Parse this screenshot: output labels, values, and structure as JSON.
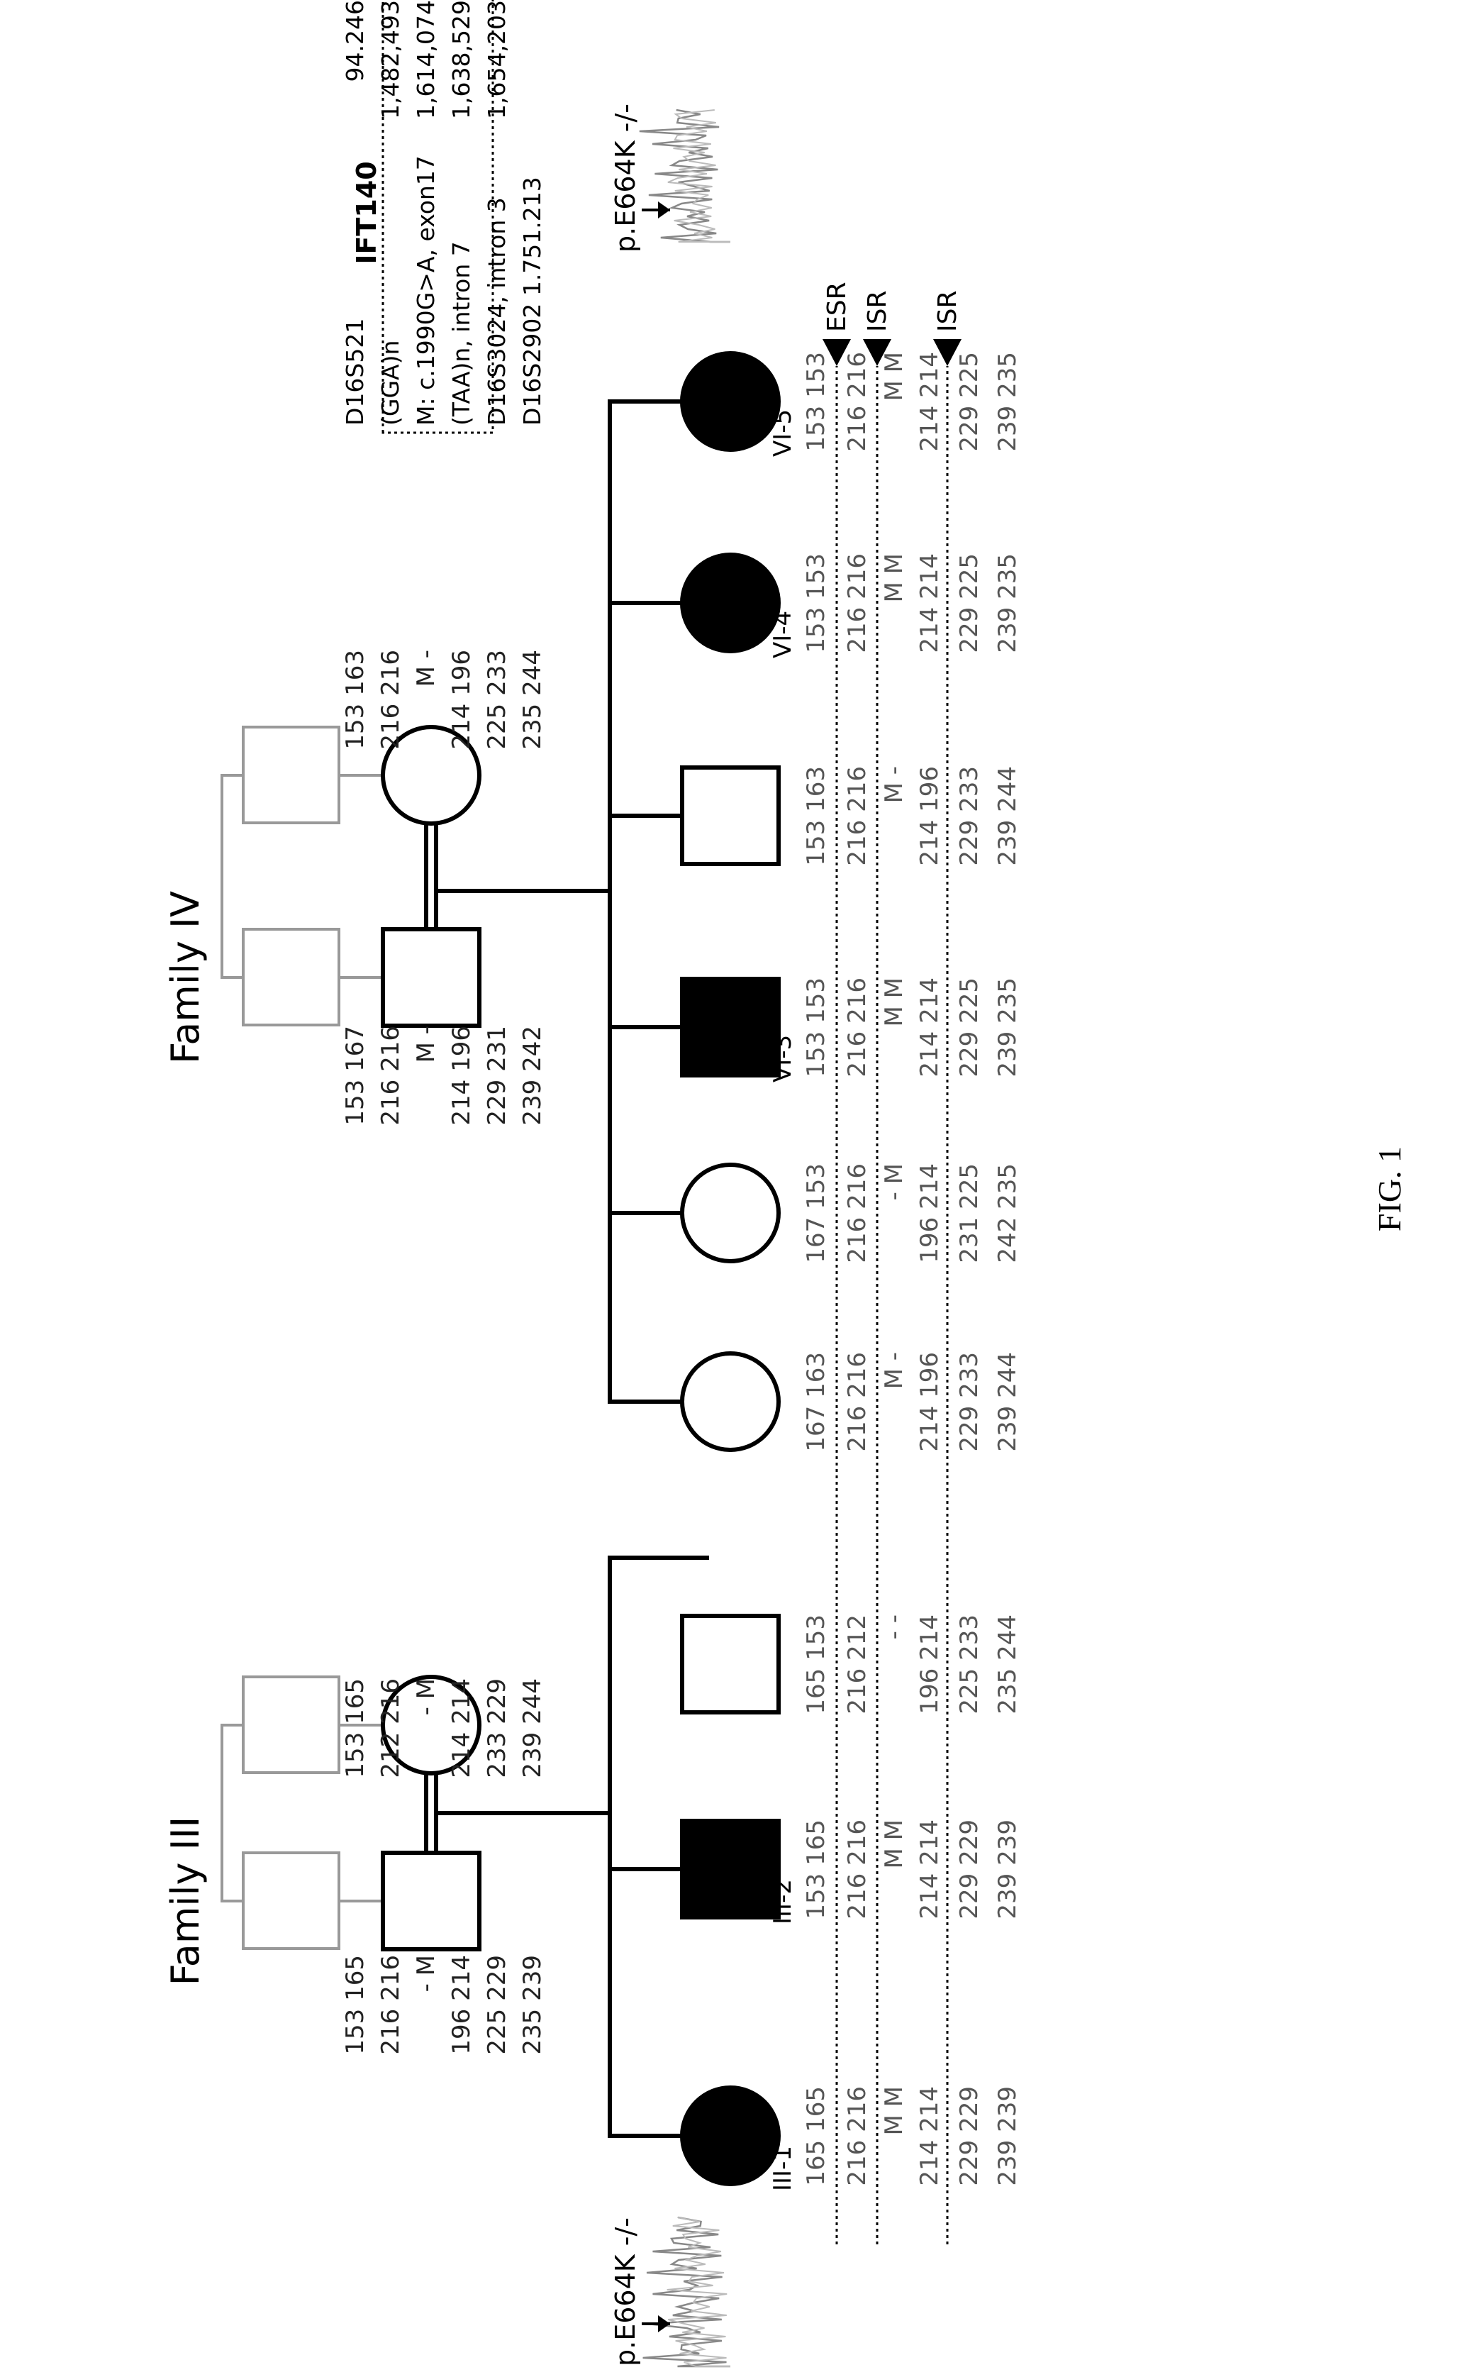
{
  "figure_label": "FIG. 1",
  "gene_title": "IFT140",
  "mutation_label": "p.E664K -/-",
  "families": [
    {
      "title": "Family III",
      "father_haplotype": [
        "153 165",
        "216 216",
        "- M",
        "196 214",
        "225 229",
        "235 239"
      ],
      "mother_haplotype": [
        "153 165",
        "212 216",
        "- M",
        "214 214",
        "233 229",
        "239 244"
      ]
    },
    {
      "title": "Family IV",
      "father_haplotype": [
        "153 167",
        "216 216",
        "M -",
        "214 196",
        "229 231",
        "239 242"
      ],
      "mother_haplotype": [
        "153 163",
        "216 216",
        "M -",
        "214 196",
        "225 233",
        "235 244"
      ]
    }
  ],
  "markers": [
    {
      "name": "D16S521",
      "position": "94.246"
    },
    {
      "name": "(GGA)n",
      "position": "1,482,493"
    },
    {
      "name": "M: c.1990G>A, exon17",
      "position": "1,614,074"
    },
    {
      "name": "(TAA)n, intron 7",
      "position": "1,638,529"
    },
    {
      "name": "D16S3024, intron 3",
      "position": "1,654,203"
    },
    {
      "name": "D16S2902 1.751.213",
      "position": ""
    }
  ],
  "children": [
    {
      "id": "III-1",
      "label": "III-1",
      "sex": "female",
      "affected": true,
      "haplotype": [
        "165 165",
        "216 216",
        "M M",
        "214 214",
        "229 229",
        "239 239"
      ]
    },
    {
      "id": "III-2",
      "label": "III-2",
      "sex": "male",
      "affected": true,
      "haplotype": [
        "153 165",
        "216 216",
        "M M",
        "214 214",
        "229 229",
        "239 239"
      ]
    },
    {
      "id": "III-c3",
      "label": "",
      "sex": "male",
      "affected": false,
      "haplotype": [
        "165 153",
        "216 212",
        "- -",
        "196 214",
        "225 233",
        "235 244"
      ]
    },
    {
      "id": "IV-c1",
      "label": "",
      "sex": "female",
      "affected": false,
      "haplotype": [
        "167 163",
        "216 216",
        "M -",
        "214 196",
        "229 233",
        "239 244"
      ]
    },
    {
      "id": "IV-c2",
      "label": "",
      "sex": "female",
      "affected": false,
      "haplotype": [
        "167 153",
        "216 216",
        "- M",
        "196 214",
        "231 225",
        "242 235"
      ]
    },
    {
      "id": "VI-3",
      "label": "VI-3",
      "sex": "male",
      "affected": true,
      "haplotype": [
        "153 153",
        "216 216",
        "M M",
        "214 214",
        "229 225",
        "239 235"
      ]
    },
    {
      "id": "IV-c4",
      "label": "",
      "sex": "male",
      "affected": false,
      "haplotype": [
        "153 163",
        "216 216",
        "M -",
        "214 196",
        "229 233",
        "239 244"
      ]
    },
    {
      "id": "VI-4",
      "label": "VI-4",
      "sex": "female",
      "affected": true,
      "haplotype": [
        "153 153",
        "216 216",
        "M M",
        "214 214",
        "229 225",
        "239 235"
      ]
    },
    {
      "id": "VI-5",
      "label": "VI-5",
      "sex": "female",
      "affected": true,
      "haplotype": [
        "153 153",
        "216 216",
        "M M",
        "214 214",
        "229 225",
        "239 235"
      ]
    }
  ],
  "recombination_labels": [
    "ESR",
    "ISR",
    "ISR"
  ]
}
